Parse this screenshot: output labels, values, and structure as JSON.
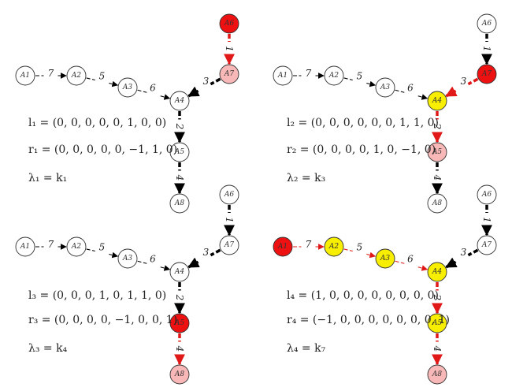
{
  "colors": {
    "white": "#ffffff",
    "pink": "#f9b8b8",
    "red": "#ee1111",
    "yellow": "#f7ee00",
    "edge_black": "#000000",
    "edge_red": "#e01818"
  },
  "node_labels": {
    "A1": "A1",
    "A2": "A2",
    "A3": "A3",
    "A4": "A4",
    "A5": "A5",
    "A6": "A6",
    "A7": "A7",
    "A8": "A8"
  },
  "edge_labels": {
    "A1-A2": "7",
    "A2-A3": "5",
    "A3-A4": "6",
    "A7-A4": "3",
    "A6-A7": "1",
    "A4-A5": "2",
    "A5-A8": "4"
  },
  "panels": [
    {
      "node_colors": {
        "A1": "white",
        "A2": "white",
        "A3": "white",
        "A4": "white",
        "A5": "white",
        "A6": "red",
        "A7": "pink",
        "A8": "white"
      },
      "edge_colors": {
        "A1-A2": "black",
        "A2-A3": "black",
        "A3-A4": "black",
        "A7-A4": "black",
        "A6-A7": "red",
        "A4-A5": "black",
        "A5-A8": "black"
      },
      "l_label": "l₁ = (0, 0, 0, 0, 0, 1, 0, 0)",
      "r_label": "r₁ = (0, 0, 0, 0, 0, −1, 1, 0)",
      "lambda_label": "λ₁ = k₁"
    },
    {
      "node_colors": {
        "A1": "white",
        "A2": "white",
        "A3": "white",
        "A4": "yellow",
        "A5": "pink",
        "A6": "white",
        "A7": "red",
        "A8": "white"
      },
      "edge_colors": {
        "A1-A2": "black",
        "A2-A3": "black",
        "A3-A4": "black",
        "A7-A4": "red",
        "A6-A7": "black",
        "A4-A5": "red",
        "A5-A8": "black"
      },
      "l_label": "l₂ = (0, 0, 0, 0, 0, 0, 1, 1, 0)",
      "r_label": "r₂ = (0, 0, 0, 0, 1, 0, −1, 0)",
      "lambda_label": "λ₂ = k₃"
    },
    {
      "node_colors": {
        "A1": "white",
        "A2": "white",
        "A3": "white",
        "A4": "white",
        "A5": "red",
        "A6": "white",
        "A7": "white",
        "A8": "pink"
      },
      "edge_colors": {
        "A1-A2": "black",
        "A2-A3": "black",
        "A3-A4": "black",
        "A7-A4": "black",
        "A6-A7": "black",
        "A4-A5": "black",
        "A5-A8": "red"
      },
      "l_label": "l₃ = (0, 0, 0, 1, 0, 1, 1, 0)",
      "r_label": "r₃ = (0, 0, 0, 0, −1, 0, 0, 1)",
      "lambda_label": "λ₃ = k₄"
    },
    {
      "node_colors": {
        "A1": "red",
        "A2": "yellow",
        "A3": "yellow",
        "A4": "yellow",
        "A5": "yellow",
        "A6": "white",
        "A7": "white",
        "A8": "pink"
      },
      "edge_colors": {
        "A1-A2": "red",
        "A2-A3": "red",
        "A3-A4": "red",
        "A7-A4": "black",
        "A6-A7": "black",
        "A4-A5": "red",
        "A5-A8": "red"
      },
      "l_label": "l₄ = (1, 0, 0, 0, 0, 0, 0, 0, 0)",
      "r_label": "r₄ = (−1, 0, 0, 0, 0, 0, 0, 0, 1)",
      "lambda_label": "λ₄ = k₇"
    }
  ]
}
